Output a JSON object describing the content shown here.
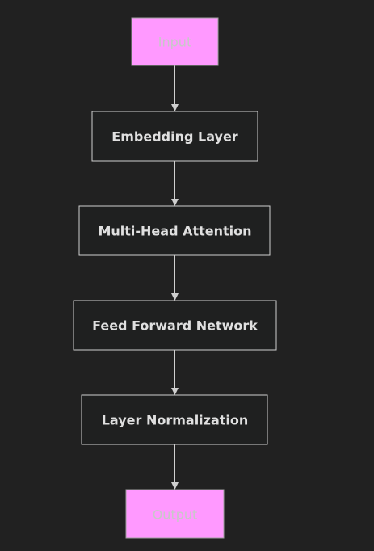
{
  "diagram": {
    "nodes": [
      {
        "id": "input",
        "label": "Input",
        "kind": "terminal"
      },
      {
        "id": "embedding",
        "label": "Embedding Layer",
        "kind": "process"
      },
      {
        "id": "attention",
        "label": "Multi-Head Attention",
        "kind": "process"
      },
      {
        "id": "ffn",
        "label": "Feed Forward Network",
        "kind": "process"
      },
      {
        "id": "norm",
        "label": "Layer Normalization",
        "kind": "process"
      },
      {
        "id": "output",
        "label": "Output",
        "kind": "terminal"
      }
    ],
    "edges": [
      {
        "from": "input",
        "to": "embedding"
      },
      {
        "from": "embedding",
        "to": "attention"
      },
      {
        "from": "attention",
        "to": "ffn"
      },
      {
        "from": "ffn",
        "to": "norm"
      },
      {
        "from": "norm",
        "to": "output"
      }
    ],
    "colors": {
      "background": "#212121",
      "terminal_fill": "#ff99ff",
      "process_fill": "#1f2020",
      "border": "#cfcfcf",
      "edge": "#cfcfcf"
    }
  }
}
